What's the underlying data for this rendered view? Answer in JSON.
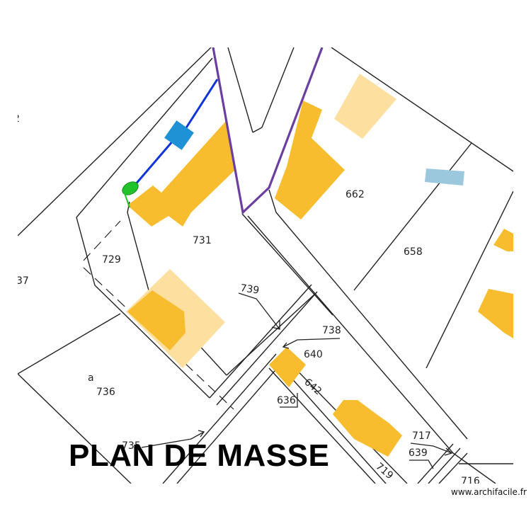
{
  "title": "PLAN DE MASSE",
  "watermark": "www.archifacile.fr",
  "colors": {
    "building": "#f8bd2e",
    "building_light": "#fddf9f",
    "pool": "#1f92d6",
    "pool_light": "#9cc8de",
    "network": "#1034d8",
    "boundary": "#6a3fa0",
    "meter": "#22c32a",
    "parcel_line": "#222222"
  },
  "parcels": {
    "p_left_edge": "2",
    "p_737": "37",
    "p_729": "729",
    "p_731": "731",
    "p_662": "662",
    "p_658": "658",
    "p_739": "739",
    "p_738": "738",
    "p_640": "640",
    "p_642": "642",
    "p_636": "636",
    "p_a": "a",
    "p_736": "736",
    "p_735": "735",
    "p_717": "717",
    "p_639": "639",
    "p_719": "719",
    "p_716": "716"
  }
}
